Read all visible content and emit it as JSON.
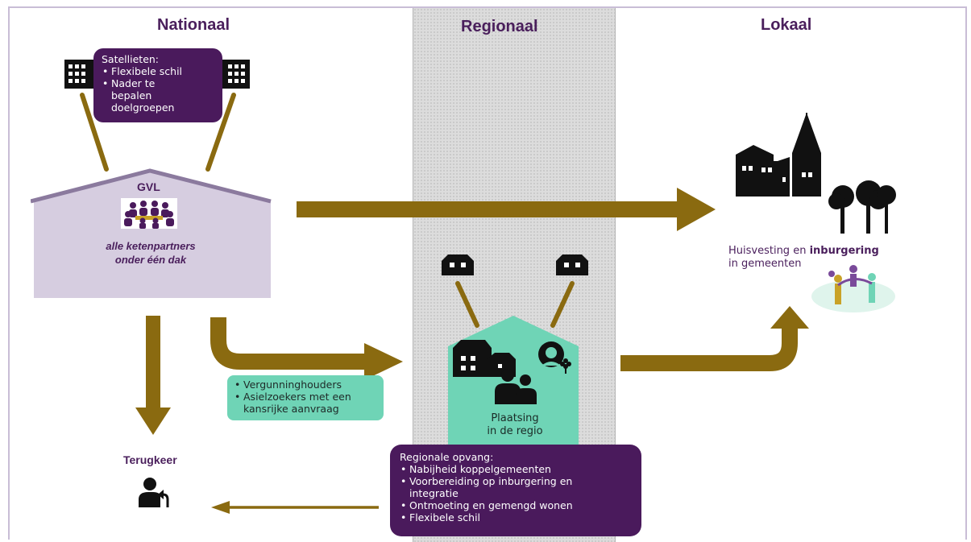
{
  "columns": {
    "national": "Nationaal",
    "regional": "Regionaal",
    "local": "Lokaal"
  },
  "satellites": {
    "title": "Satellieten:",
    "items": [
      "Flexibele schil",
      "Nader te bepalen doelgroepen"
    ]
  },
  "gvl": {
    "title": "GVL",
    "subtitle_line1": "alle ketenpartners",
    "subtitle_line2": "onder één dak"
  },
  "local_text": {
    "prefix": "Huisvesting en ",
    "bold": "inburgering",
    "line2": "in gemeenten"
  },
  "target_groups": {
    "items": [
      "Vergunninghouders",
      "Asielzoekers met een kansrijke aanvraag"
    ]
  },
  "placement": {
    "line1": "Plaatsing",
    "line2": "in de regio"
  },
  "regional_shelter": {
    "title": "Regionale opvang:",
    "items": [
      "Nabijheid koppelgemeenten",
      "Voorbereiding op inburgering en integratie",
      "Ontmoeting en gemengd wonen",
      "Flexibele schil"
    ]
  },
  "return": {
    "label": "Terugkeer"
  },
  "colors": {
    "purple": "#4a1a5c",
    "teal": "#6fd4b6",
    "lilac": "#d6cde0",
    "arrow": "#8a6a10",
    "title": "#4a1f5c"
  },
  "icons": [
    "building-icon",
    "people-meeting-icon",
    "town-church-icon",
    "trees-icon",
    "community-circle-icon",
    "house-icon",
    "family-icon",
    "person-flower-icon",
    "person-return-icon"
  ]
}
